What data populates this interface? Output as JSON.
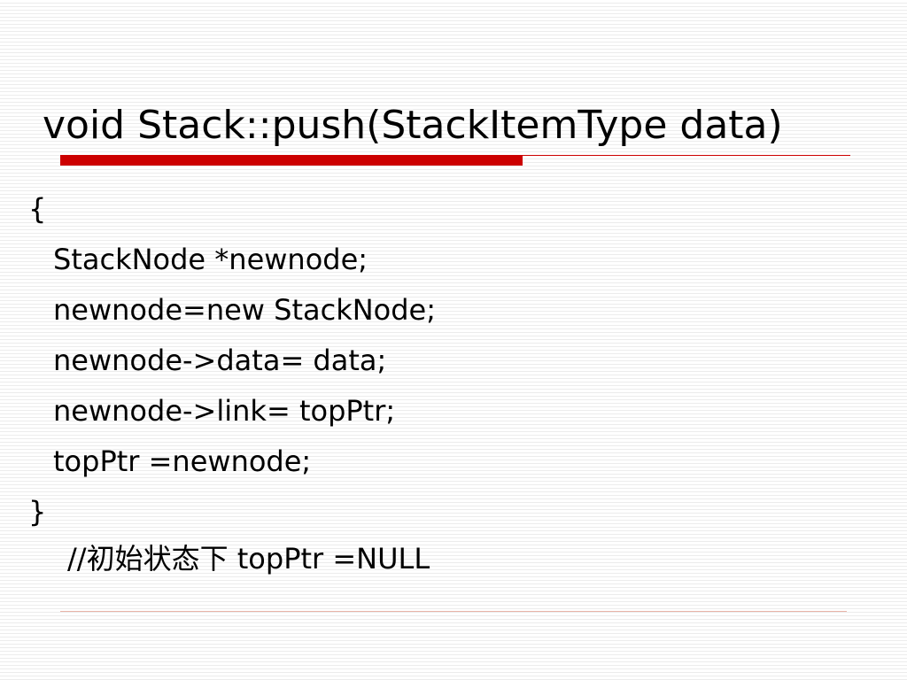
{
  "slide": {
    "title": "void Stack::push(StackItemType data)",
    "code_lines": [
      "{",
      "StackNode *newnode;",
      "newnode=new StackNode;",
      "newnode->data= data;",
      "newnode->link= topPtr;",
      "topPtr =newnode;",
      "}"
    ],
    "comment_prefix": "//",
    "comment_cjk": "初始状态下",
    "comment_code": " topPtr =NULL"
  },
  "colors": {
    "accent": "#cc0000",
    "stripe": "#ececec",
    "footer_rule": "#e8b4a8"
  }
}
